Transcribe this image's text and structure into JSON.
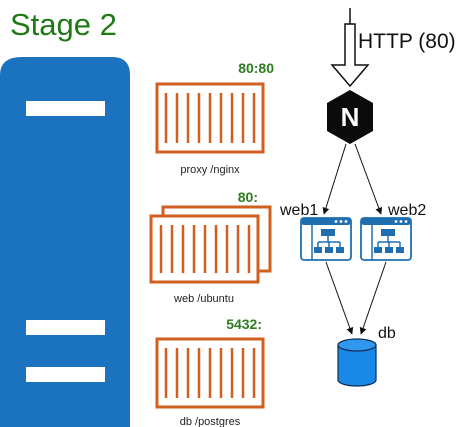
{
  "title": "Stage 2",
  "colors": {
    "server": "#1b72be",
    "container": "#d15f1f",
    "port_label": "#2e7d1f",
    "title": "#1e7a14",
    "nginx_hex": "#0b0b0b",
    "browser_window": "#1f6fb0",
    "database": "#1a88e6"
  },
  "containers": [
    {
      "port": "80:80",
      "caption": "proxy /nginx"
    },
    {
      "port": "80:",
      "caption": "web /ubuntu"
    },
    {
      "port": "5432:",
      "caption": "db /postgres"
    }
  ],
  "network": {
    "ingress_label": "HTTP (80)",
    "proxy_icon": "nginx-logo-icon",
    "nginx_letter": "N",
    "web_nodes": [
      {
        "label": "web1",
        "icon": "web-app-sitemap-icon"
      },
      {
        "label": "web2",
        "icon": "web-app-sitemap-icon"
      }
    ],
    "database": {
      "label": "db",
      "icon": "database-cylinder-icon"
    }
  }
}
